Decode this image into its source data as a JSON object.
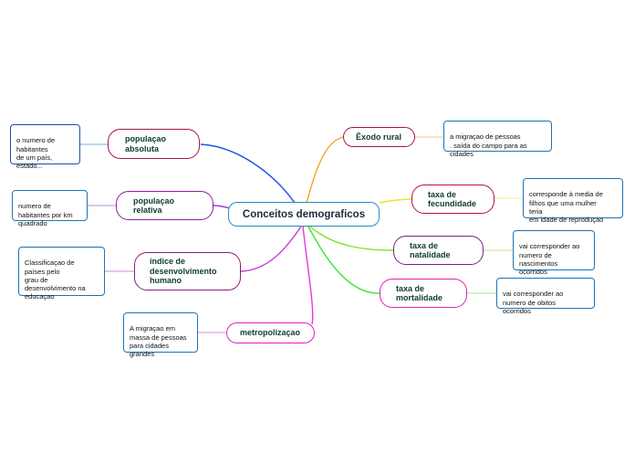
{
  "central": {
    "label": "Conceitos demograficos"
  },
  "topics": [
    {
      "id": "populacao-absoluta",
      "label": "populaçao\nabsoluta",
      "color": "#a3124a",
      "line": "#1a53e6",
      "note": "o numero de\nhabitantes\nde um país,\nestado...",
      "note_color": "#1b4fa8"
    },
    {
      "id": "populacao-relativa",
      "label": "populaçao\nrelativa",
      "color": "#8e1fa6",
      "line": "#9b30c6",
      "note": "numero de\nhabitantes por km\nquadrado",
      "note_color": "#1b74b8"
    },
    {
      "id": "indice-desenvolvimento",
      "label": "índice de\ndesenvolvimento\nhumano",
      "color": "#8a1f7a",
      "line": "#c23fd6",
      "note": "Classificaçao de\npaíses pelo\ngrau de\ndesenvolvimento na\neducaçao",
      "note_color": "#1b74b8"
    },
    {
      "id": "metropolizacao",
      "label": "metropolizaçao",
      "color": "#e01fc8",
      "line": "#e83ad2",
      "note": "A migraçao em\nmassa de pessoas\npara cidades\ngrandes",
      "note_color": "#1b74b8"
    },
    {
      "id": "exodo-rural",
      "label": "Êxodo rural",
      "color": "#a3124a",
      "line": "#f2a22a",
      "note": "a migraçao de pessoas\n. saída do campo para as\ncidades",
      "note_color": "#1b74b8"
    },
    {
      "id": "taxa-fecundidade",
      "label": "taxa de\nfecundidade",
      "color": "#b8123a",
      "line": "#e6e62a",
      "note": "corresponde à media de\nfilhos que uma mulher\nteria\nem idade de reproduçao",
      "note_color": "#1b74b8"
    },
    {
      "id": "taxa-natalidade",
      "label": "taxa de\nnatalidade",
      "color": "#7a1f8a",
      "line": "#7ae62a",
      "note": "vai corresponder ao\nnumero de\nnascimentos\nocorridos",
      "note_color": "#1b74b8"
    },
    {
      "id": "taxa-mortalidade",
      "label": "taxa de\nmortalidade",
      "color": "#e01fb8",
      "line": "#3ae62a",
      "note": "vai corresponder ao\nnumero de obitos\nocorridos",
      "note_color": "#1b74b8"
    }
  ]
}
